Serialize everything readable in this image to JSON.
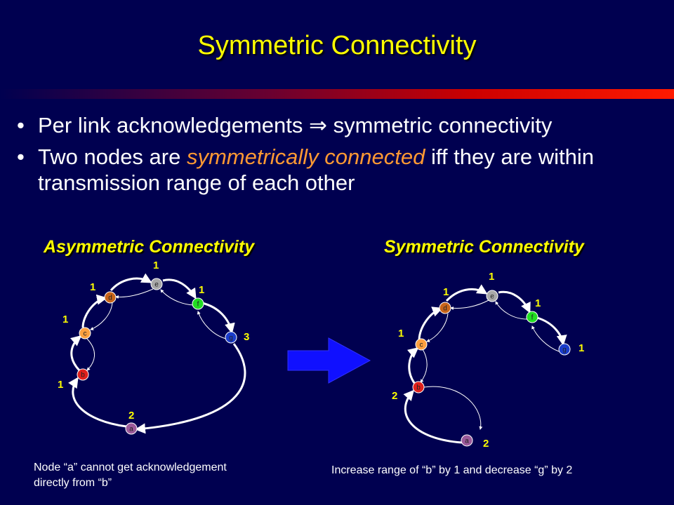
{
  "slide": {
    "title": "Symmetric Connectivity",
    "bullets": [
      {
        "before": "Per link acknowledgements ",
        "symbol": "⇒",
        "after": " symmetric connectivity"
      },
      {
        "before": "Two nodes are ",
        "highlight": "symmetrically connected",
        "after": " iff they are within transmission range of each other"
      }
    ]
  },
  "left": {
    "title": "Asymmetric Connectivity",
    "caption_line1": "Node “a” cannot get acknowledgement",
    "caption_line2": "directly from “b”",
    "weights": {
      "e": "1",
      "d": "1",
      "f": "1",
      "c": "1",
      "g": "3",
      "b": "1",
      "a": "2"
    }
  },
  "right": {
    "title": "Symmetric Connectivity",
    "caption": "Increase range of “b” by 1 and decrease “g” by 2",
    "weights": {
      "e": "1",
      "d": "1",
      "f": "1",
      "c": "1",
      "g": "1",
      "b": "2",
      "a": "2"
    }
  },
  "nodes": {
    "a": {
      "label": "a",
      "color": "#9b5a9b"
    },
    "b": {
      "label": "b",
      "color": "#e0201c"
    },
    "c": {
      "label": "c",
      "color": "#ffa040"
    },
    "d": {
      "label": "d",
      "color": "#c8641a"
    },
    "e": {
      "label": "e",
      "color": "#a8a8a8"
    },
    "f": {
      "label": "f",
      "color": "#22dd22"
    },
    "g": {
      "label": "g",
      "color": "#1a3ccc"
    }
  },
  "colors": {
    "background": "#000050",
    "title": "#ffff00",
    "highlight": "#ff9933",
    "arrow": "#1010ff"
  }
}
